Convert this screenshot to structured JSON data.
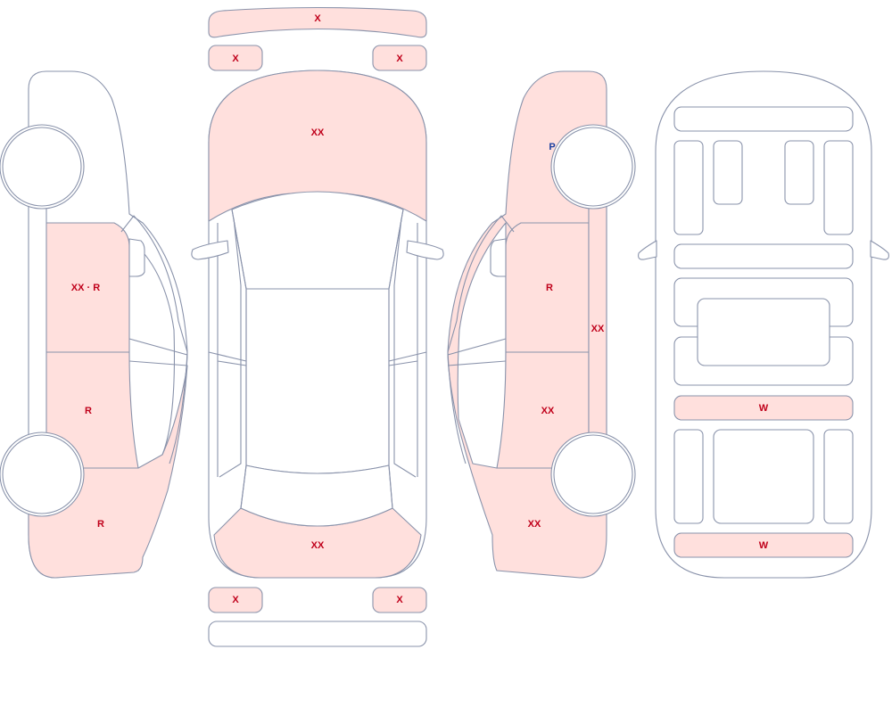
{
  "colors": {
    "outline": "#8a93ab",
    "damaged_fill": "#ffe0dd",
    "plain_fill": "#ffffff",
    "damage_label": "#c0001a",
    "paint_label": "#1a3fa0"
  },
  "labels": {
    "bumper_front": "X",
    "bumper_front_left": "X",
    "bumper_front_right": "X",
    "hood": "XX",
    "trunk_lid": "XX",
    "bumper_rear_left": "X",
    "bumper_rear_right": "X",
    "left_front_door": "XX · R",
    "left_rear_door": "R",
    "left_rear_quarter": "R",
    "right_front_fender": "P",
    "right_front_door": "R",
    "right_rear_door": "XX",
    "right_rear_quarter": "XX",
    "right_rocker": "XX",
    "floor_front_crossmember": "W",
    "floor_rear_crossmember": "W"
  }
}
